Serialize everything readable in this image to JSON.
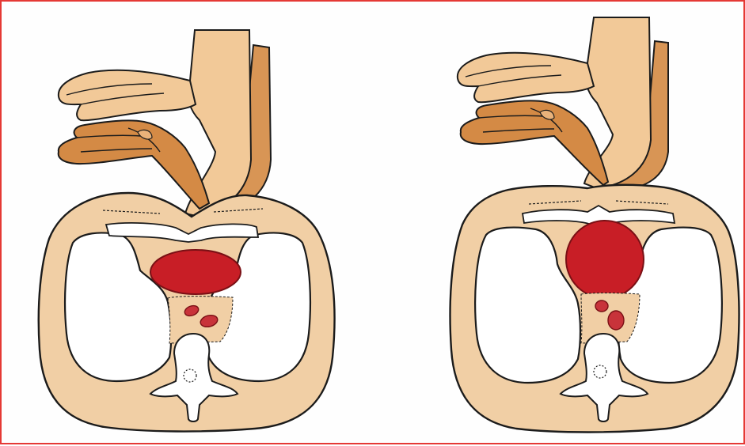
{
  "figure": {
    "border_color": "#e53935",
    "background": "#fefefe",
    "colors": {
      "skin": "#f1cfa5",
      "skin_shadow": "#dea46a",
      "hand_light": "#f2c998",
      "hand_dark": "#d48a45",
      "heart": "#c81e26",
      "heart_outline": "#7a1015",
      "outline": "#1b1b1b",
      "lung": "#ffffff"
    },
    "panels": [
      {
        "id": "left",
        "state": "compression",
        "heart_shape": "compressed-ellipse"
      },
      {
        "id": "right",
        "state": "release",
        "heart_shape": "round"
      }
    ]
  }
}
